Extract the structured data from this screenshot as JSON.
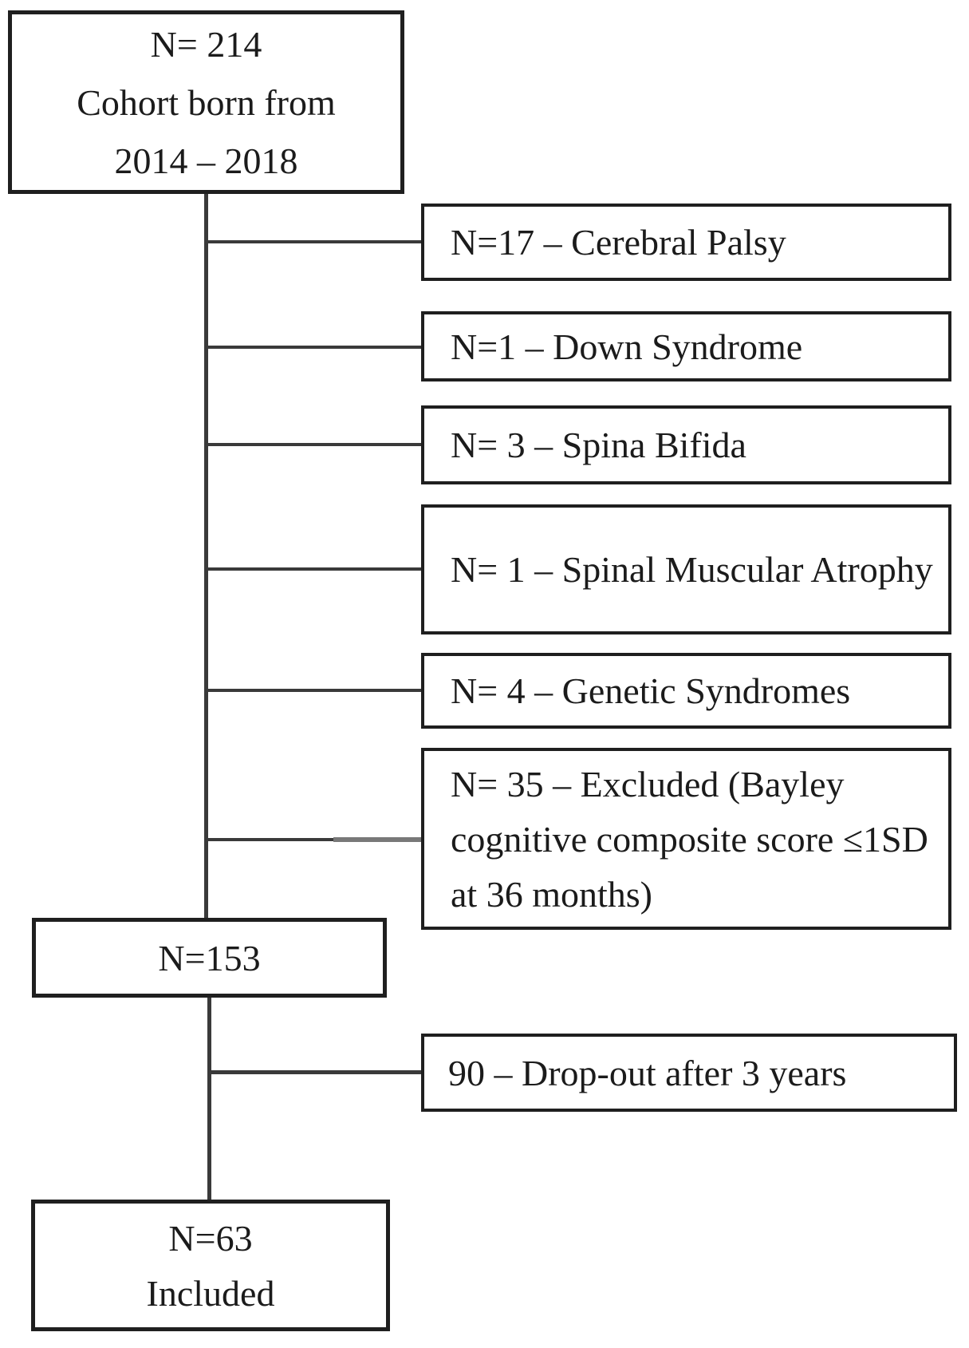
{
  "figure": {
    "background_color": "#ffffff",
    "box_border_color": "#1f1f1f",
    "connector_color": "#3a3a3a",
    "text_color": "#1b1b1b"
  },
  "flow": {
    "cohort": {
      "line1": "N= 214",
      "line2": "Cohort born from",
      "line3": "2014 – 2018"
    },
    "exclusions": [
      {
        "label": "N=17 – Cerebral Palsy"
      },
      {
        "label": "N=1 – Down Syndrome"
      },
      {
        "label": "N= 3 – Spina Bifida"
      },
      {
        "label": "N= 1 – Spinal Muscular Atrophy"
      },
      {
        "label": "N= 4 – Genetic Syndromes"
      },
      {
        "label": "N= 35 – Excluded (Bayley cognitive composite score ≤1SD at 36 months)"
      }
    ],
    "after_exclusions": {
      "label": "N=153"
    },
    "dropout": {
      "label": "90 –  Drop-out after 3 years"
    },
    "included": {
      "line1": "N=63",
      "line2": "Included"
    }
  }
}
